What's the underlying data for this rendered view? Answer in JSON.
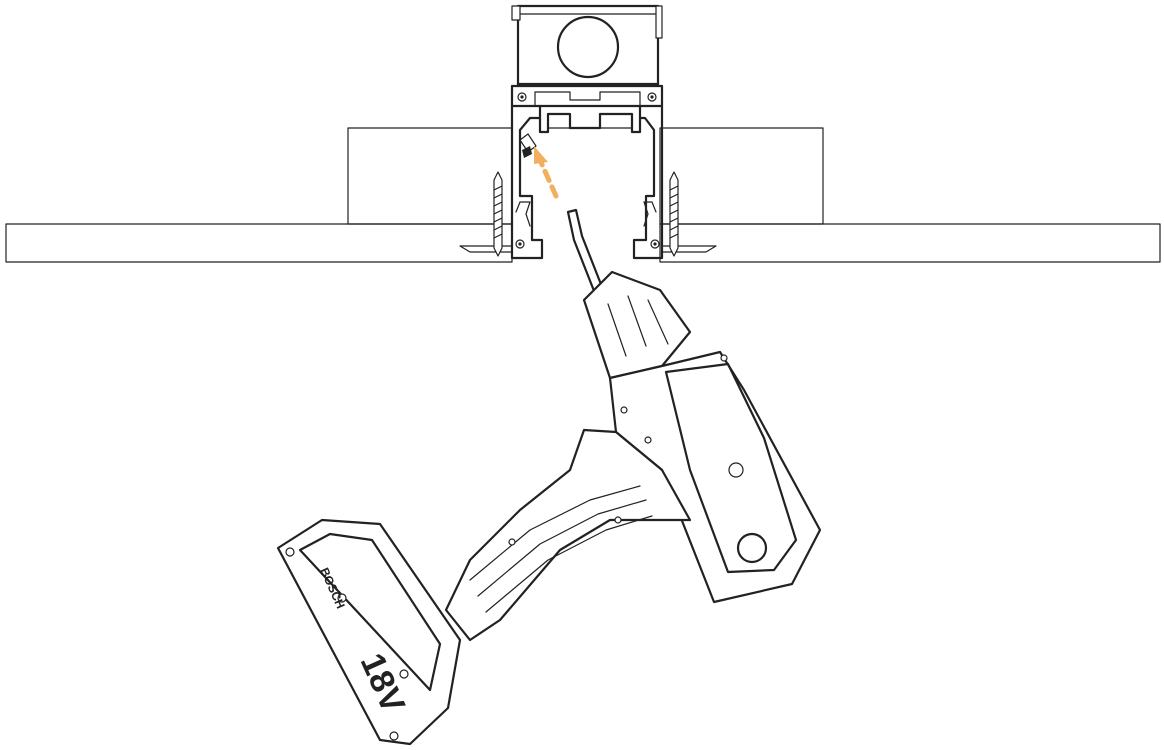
{
  "drill": {
    "voltage_label": "18V",
    "brand_label": "BOSCH"
  },
  "colors": {
    "line": "#222222",
    "background": "#ffffff",
    "arrow": "#f0b060"
  },
  "icons": {
    "drill": "cordless-drill-icon",
    "arrow": "dashed-direction-arrow",
    "screws": "wood-screw-icon"
  }
}
